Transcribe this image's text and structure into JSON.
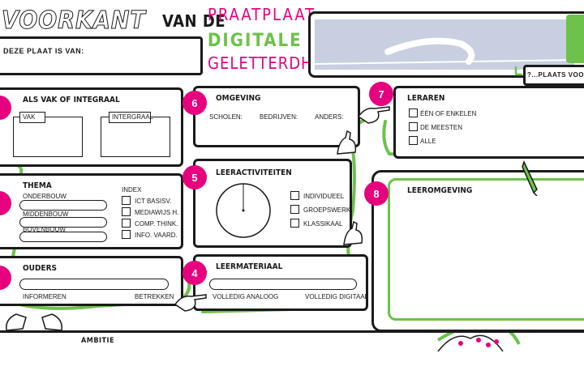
{
  "header": {
    "title_main": "VOORKANT",
    "title_connector": "VAN DE",
    "title_line1": "PRAATPLAAT",
    "title_line2": "DIGITALE",
    "title_line3": "GELETTERDHEID",
    "owner_label": "DEZE PLAAT IS VAN:",
    "questions_label": "?...PLAATS VOOR VRAG"
  },
  "colors": {
    "magenta": "#e6007e",
    "green": "#6cc24a",
    "dark": "#1a1a1a",
    "lightblue": "#c7cfe0"
  },
  "sections": {
    "vak": {
      "title": "ALS VAK OF INTEGRAAL",
      "option1": "VAK",
      "option2": "INTERGRAAL"
    },
    "thema": {
      "title": "THEMA",
      "rows": [
        "ONDERBOUW",
        "MIDDENBOUW",
        "BOVENBOUW"
      ],
      "index_title": "INDEX",
      "index_items": [
        "ICT BASISV.",
        "MEDIAWIJS H.",
        "COMP. THINK.",
        "INFO. VAARD."
      ]
    },
    "ouders": {
      "title": "OUDERS",
      "left": "INFORMEREN",
      "right": "BETREKKEN"
    },
    "omgeving": {
      "number": "6",
      "title": "OMGEVING",
      "items": [
        "SCHOLEN:",
        "BEDRIJVEN:",
        "ANDERS:"
      ]
    },
    "leeractiviteiten": {
      "number": "5",
      "title": "LEERACTIVITEITEN",
      "options": [
        "INDIVIDUEEL",
        "GROEPSWERK",
        "KLASSIKAAL"
      ]
    },
    "leermateriaal": {
      "number": "4",
      "title": "LEERMATERIAAL",
      "left": "VOLLEDIG ANALOOG",
      "right": "VOLLEDIG DIGITAAL"
    },
    "leraren": {
      "number": "7",
      "title": "LERAREN",
      "options": [
        "ÉÉN OF ENKELEN",
        "DE MEESTEN",
        "ALLE"
      ]
    },
    "leeromgeving": {
      "number": "8",
      "title": "LEEROMGEVING"
    }
  },
  "footer": {
    "ambitie": "AMBITIE"
  }
}
